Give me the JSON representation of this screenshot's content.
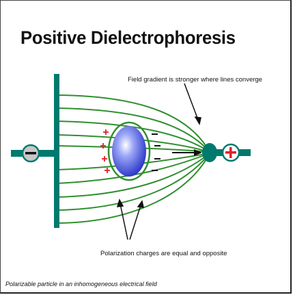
{
  "title": "Positive Dielectrophoresis",
  "annotations": {
    "gradient": "Field gradient is stronger where lines converge",
    "charges": "Polarization charges are equal and opposite"
  },
  "caption": "Polarizable particle in an inhomogeneous electrical field",
  "colors": {
    "electrode": "#007a6e",
    "field_line": "#2f8f2f",
    "particle": "#5a6ef0",
    "negative_charge": "#111111",
    "positive_charge": "#e0202a",
    "arrow": "#111111"
  },
  "icons": [
    "minus-terminal-icon",
    "plus-terminal-icon"
  ]
}
